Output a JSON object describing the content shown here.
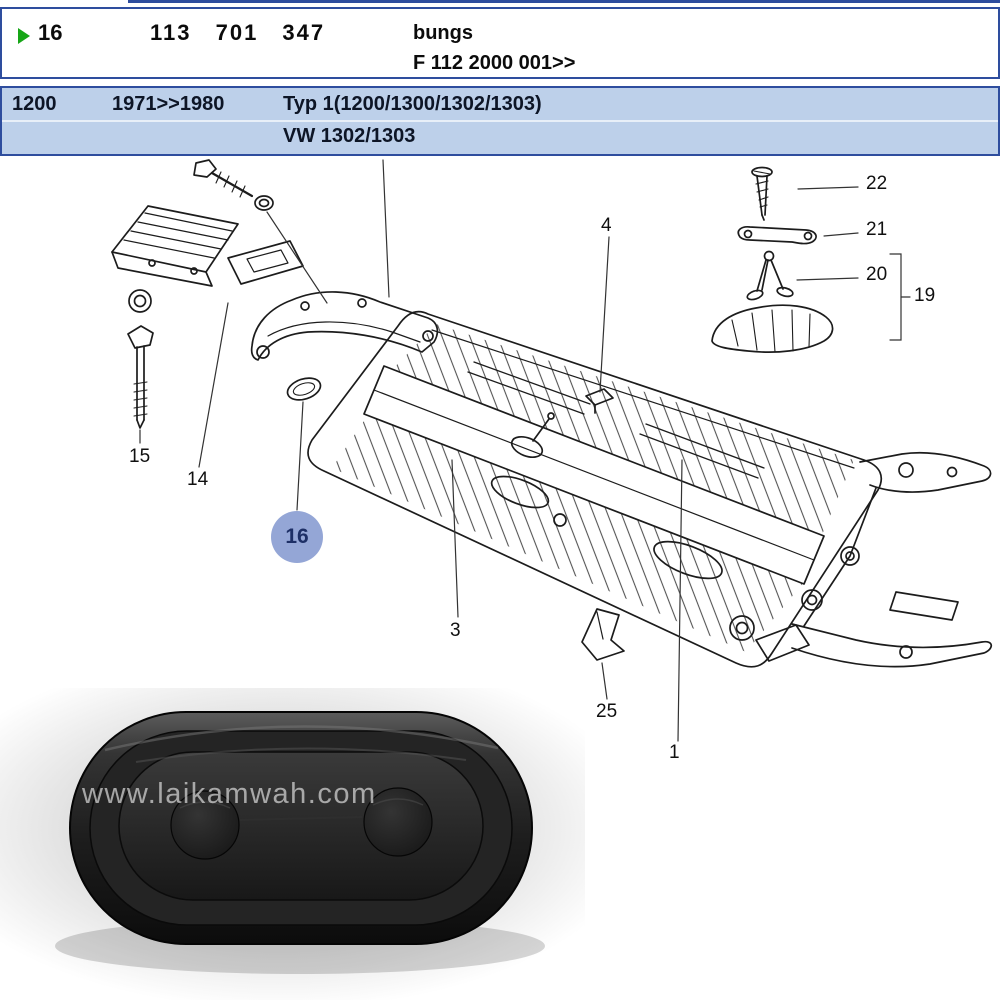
{
  "colors": {
    "accent": "#2e4d9e",
    "band": "#bdd0ea",
    "marker": "#17a617",
    "badge_bg": "#94a6d6",
    "badge_text": "#1d2f66"
  },
  "header": {
    "row1": {
      "item": "16",
      "part_number": "113 701 347",
      "description": "bungs",
      "applicability": "F 112 2000 001>>"
    },
    "row2": {
      "model": "1200",
      "years": "1971>>1980",
      "type_line1": "Typ 1(1200/1300/1302/1303)",
      "type_line2": "VW 1302/1303"
    }
  },
  "diagram": {
    "callouts": [
      {
        "label": "22"
      },
      {
        "label": "21"
      },
      {
        "label": "20"
      },
      {
        "label": "19"
      },
      {
        "label": "4"
      },
      {
        "label": "15"
      },
      {
        "label": "14"
      },
      {
        "label": "3"
      },
      {
        "label": "25"
      },
      {
        "label": "1"
      }
    ],
    "highlight": {
      "label": "16"
    }
  },
  "photo": {
    "watermark": "www.laikamwah.com"
  }
}
